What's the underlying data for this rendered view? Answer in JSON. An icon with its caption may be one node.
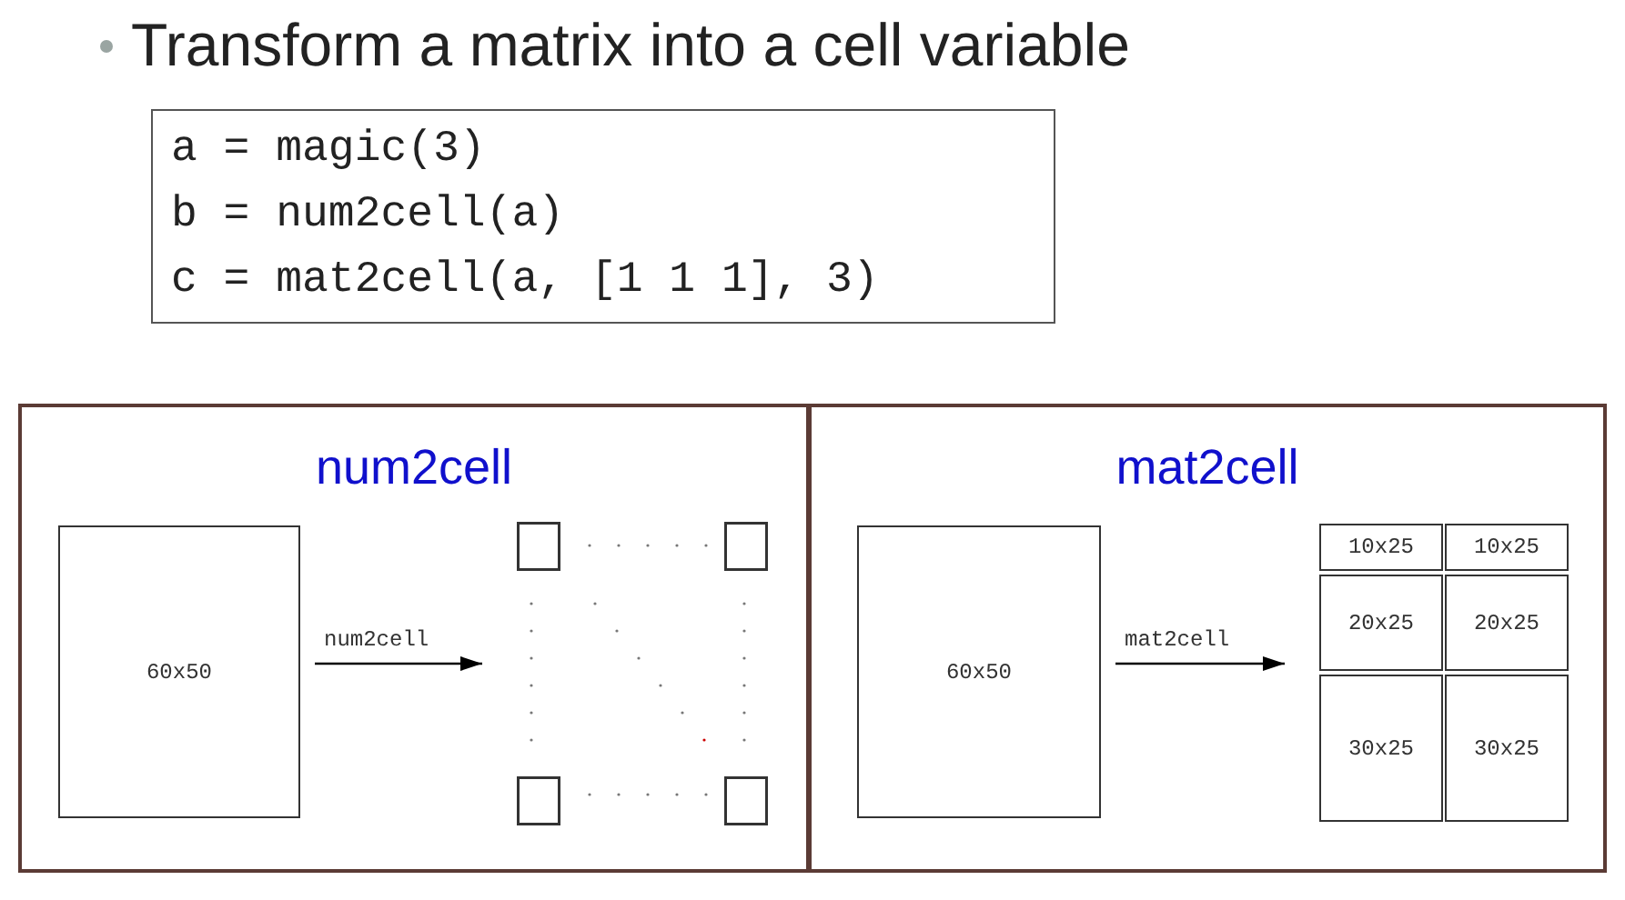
{
  "diagram": {
    "title": "Transform a matrix into a cell variable",
    "nodes": [
      {
        "text": [
          "a = magic(3)",
          "b = num2cell(a)",
          "c = mat2cell(a, [1 1 1], 3)"
        ]
      },
      {
        "text": [
          "num2cell"
        ]
      },
      {
        "text": [
          "60x50"
        ],
        "in": 1
      },
      {
        "text": [],
        "shape": "picture",
        "in": 1
      },
      {
        "text": [
          "mat2cell"
        ]
      },
      {
        "text": [
          "60x50"
        ],
        "in": 4
      },
      {
        "text": [],
        "shape": "box",
        "in": 4
      },
      {
        "text": [
          "10x25"
        ],
        "in": 6
      },
      {
        "text": [
          "10x25"
        ],
        "in": 6
      },
      {
        "text": [
          "20x25"
        ],
        "in": 6
      },
      {
        "text": [
          "20x25"
        ],
        "in": 6
      },
      {
        "text": [
          "30x25"
        ],
        "in": 6
      },
      {
        "text": [
          "30x25"
        ],
        "in": 6
      }
    ],
    "edges": [
      {
        "from": 2,
        "to": 3,
        "arrow": "to",
        "label": "num2cell"
      },
      {
        "from": 5,
        "to": 6,
        "arrow": "to",
        "label": "mat2cell"
      }
    ]
  }
}
